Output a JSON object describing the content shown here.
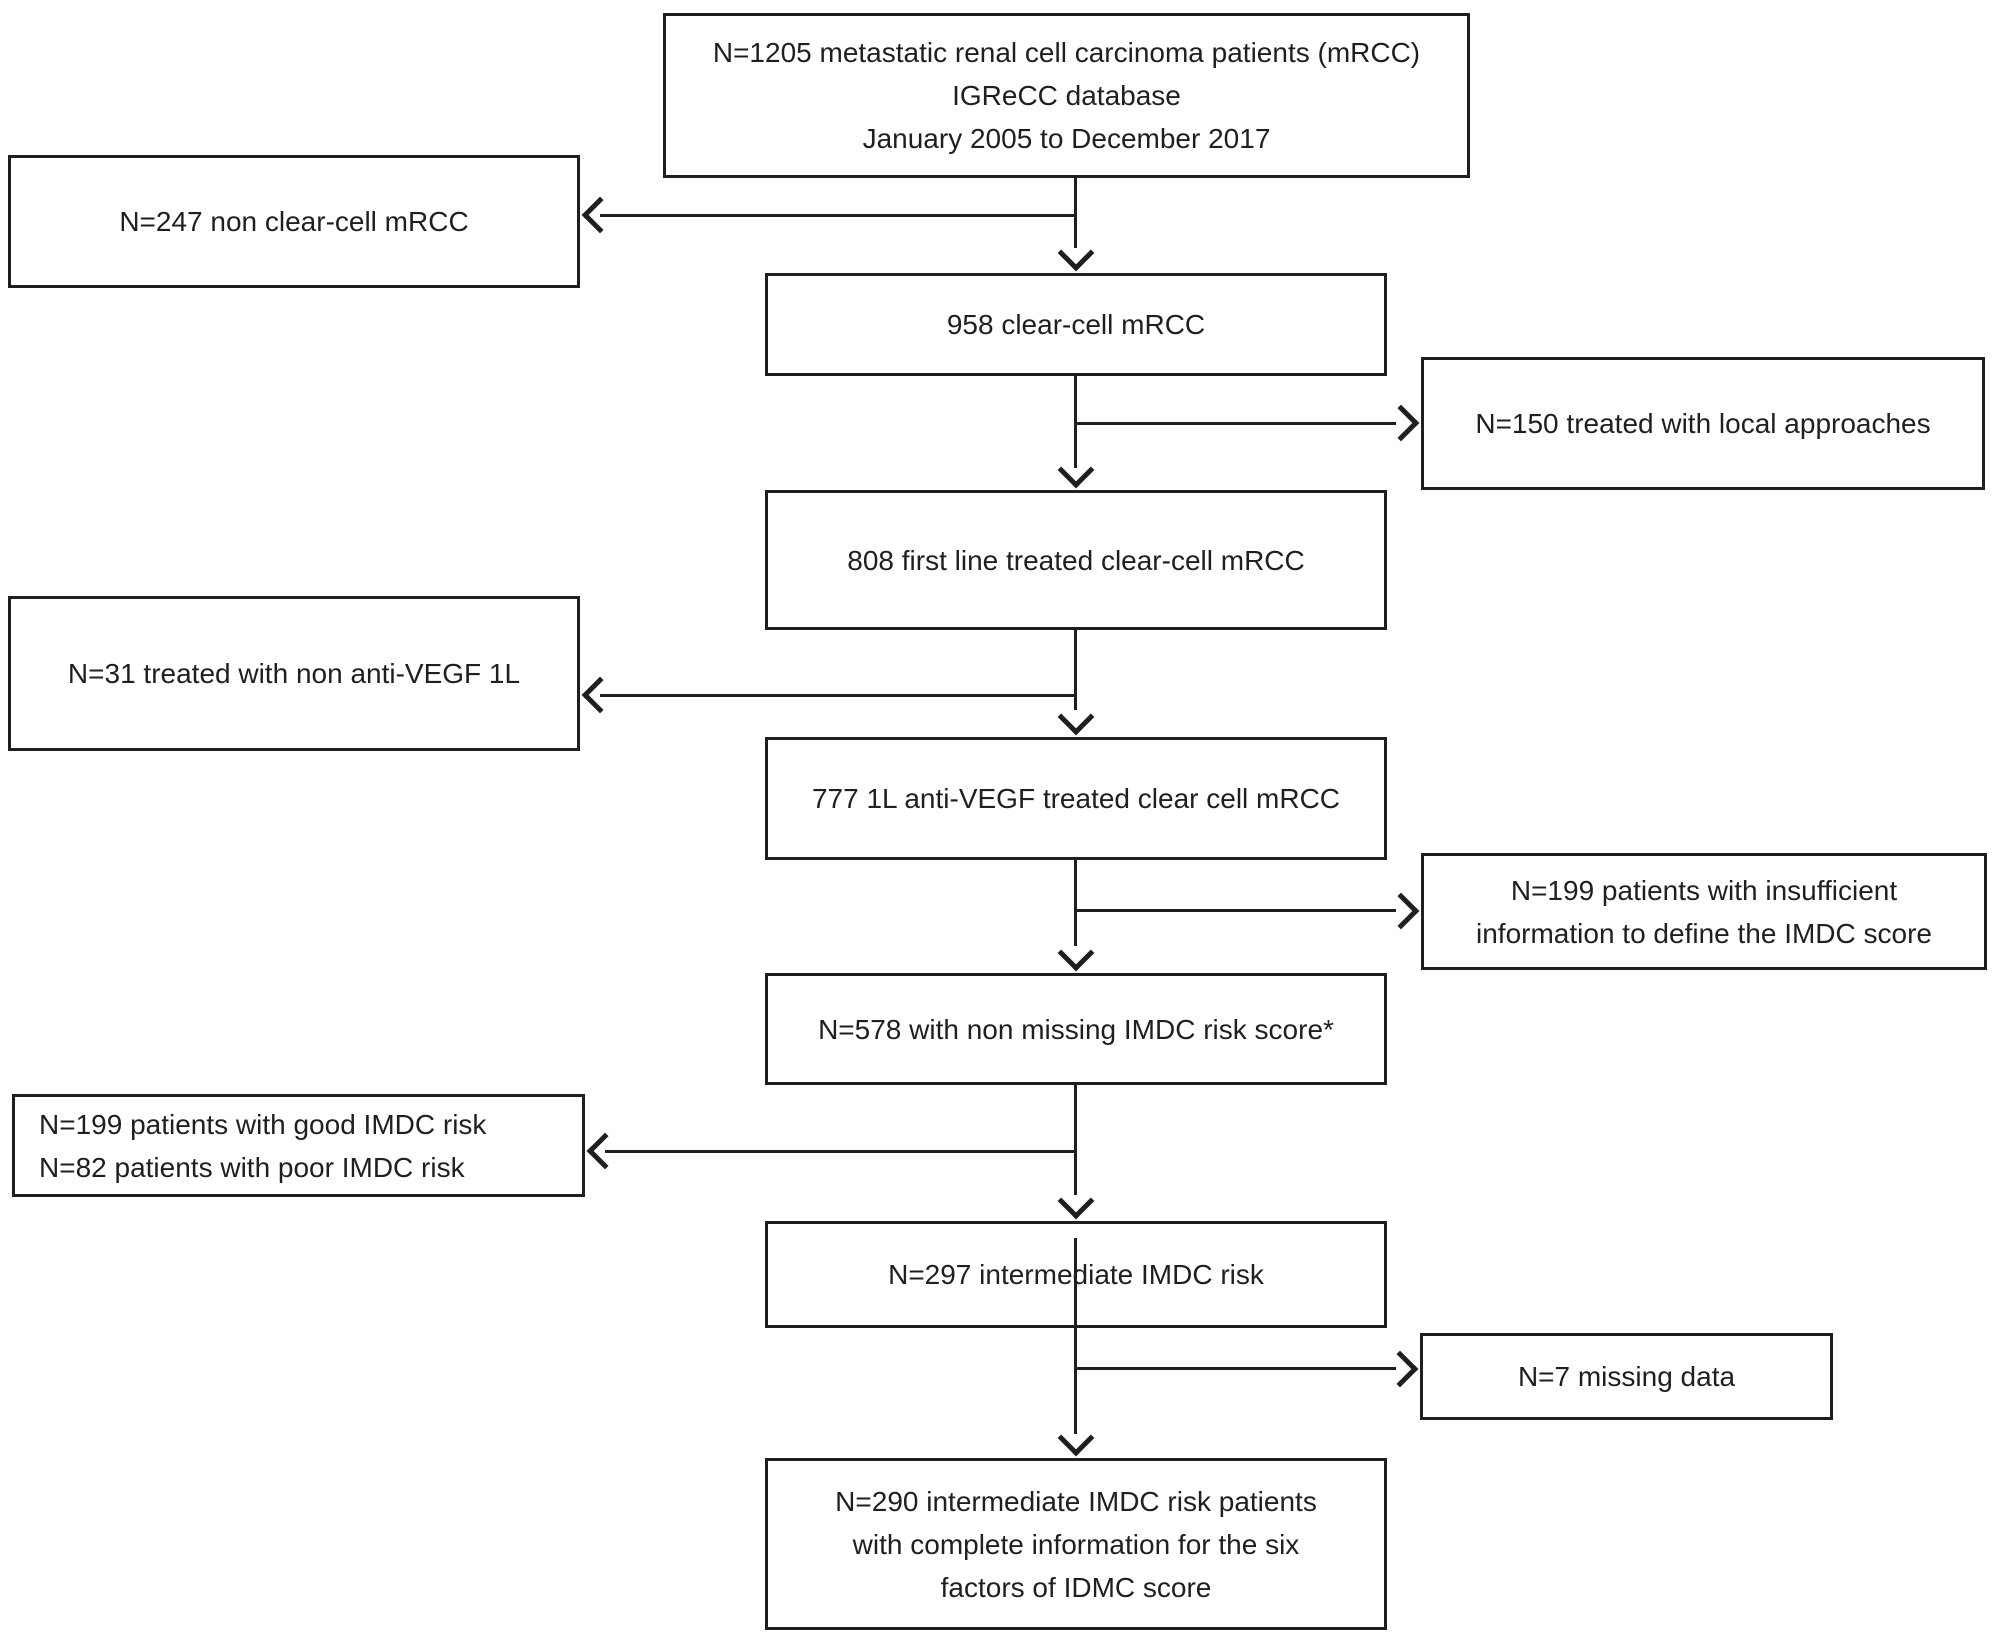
{
  "colors": {
    "ink": "#1f1f1f",
    "background": "#ffffff"
  },
  "nodes": {
    "initial": [
      "N=1205 metastatic renal cell carcinoma patients (mRCC)",
      "IGReCC database",
      "January 2005 to December 2017"
    ],
    "non_clear_cell": [
      "N=247 non clear-cell mRCC"
    ],
    "clear_cell": [
      "958 clear-cell mRCC"
    ],
    "local_approaches": [
      "N=150 treated with local approaches"
    ],
    "first_line_treated": [
      "808 first line treated clear-cell mRCC"
    ],
    "non_anti_vegf": [
      "N=31 treated with non anti-VEGF 1L"
    ],
    "anti_vegf_treated": [
      "777 1L anti-VEGF treated clear cell mRCC"
    ],
    "insufficient_info": [
      "N=199 patients with insufficient",
      "information to define the IMDC score"
    ],
    "non_missing_imdc": [
      "N=578 with non missing IMDC risk score*"
    ],
    "good_poor_risk": [
      "N=199 patients with good IMDC risk",
      "N=82 patients with poor IMDC risk"
    ],
    "intermediate_risk": [
      "N=297 intermediate IMDC risk"
    ],
    "missing_data": [
      "N=7 missing data"
    ],
    "final_cohort": [
      "N=290 intermediate IMDC risk patients",
      "with complete information for the six",
      "factors of IDMC score"
    ]
  }
}
